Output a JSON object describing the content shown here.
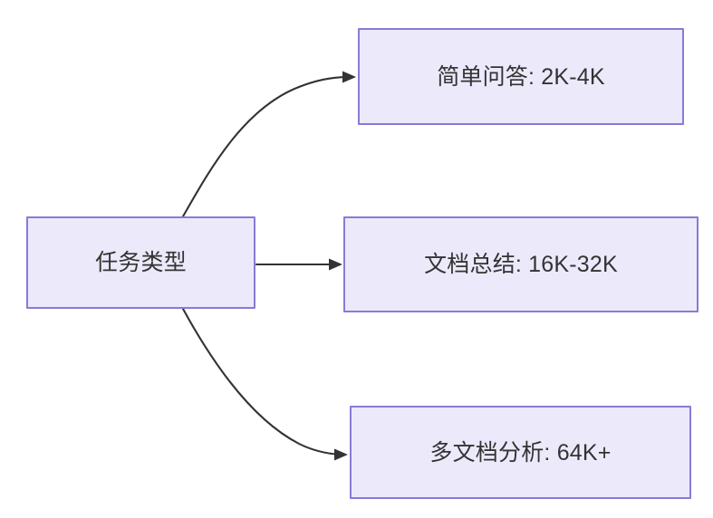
{
  "diagram": {
    "type": "flowchart",
    "direction": "left-to-right",
    "background_color": "#ffffff",
    "node_fill_color": "#ece9fb",
    "node_border_color": "#8b79d6",
    "node_text_color": "#333333",
    "edge_color": "#333333",
    "nodes": [
      {
        "id": "source",
        "label": "任务类型",
        "role": "root"
      },
      {
        "id": "simple-qa",
        "label": "简单问答: 2K-4K",
        "role": "leaf"
      },
      {
        "id": "doc-summary",
        "label": "文档总结: 16K-32K",
        "role": "leaf"
      },
      {
        "id": "multi-doc",
        "label": "多文档分析: 64K+",
        "role": "leaf"
      }
    ],
    "edges": [
      {
        "id": "edge-source-simple-qa",
        "from": "source",
        "to": "simple-qa",
        "label": "",
        "style": "curved",
        "arrow": "single"
      },
      {
        "id": "edge-source-doc-summary",
        "from": "source",
        "to": "doc-summary",
        "label": "",
        "style": "straight",
        "arrow": "single"
      },
      {
        "id": "edge-source-multi-doc",
        "from": "source",
        "to": "multi-doc",
        "label": "",
        "style": "curved",
        "arrow": "single"
      }
    ]
  }
}
